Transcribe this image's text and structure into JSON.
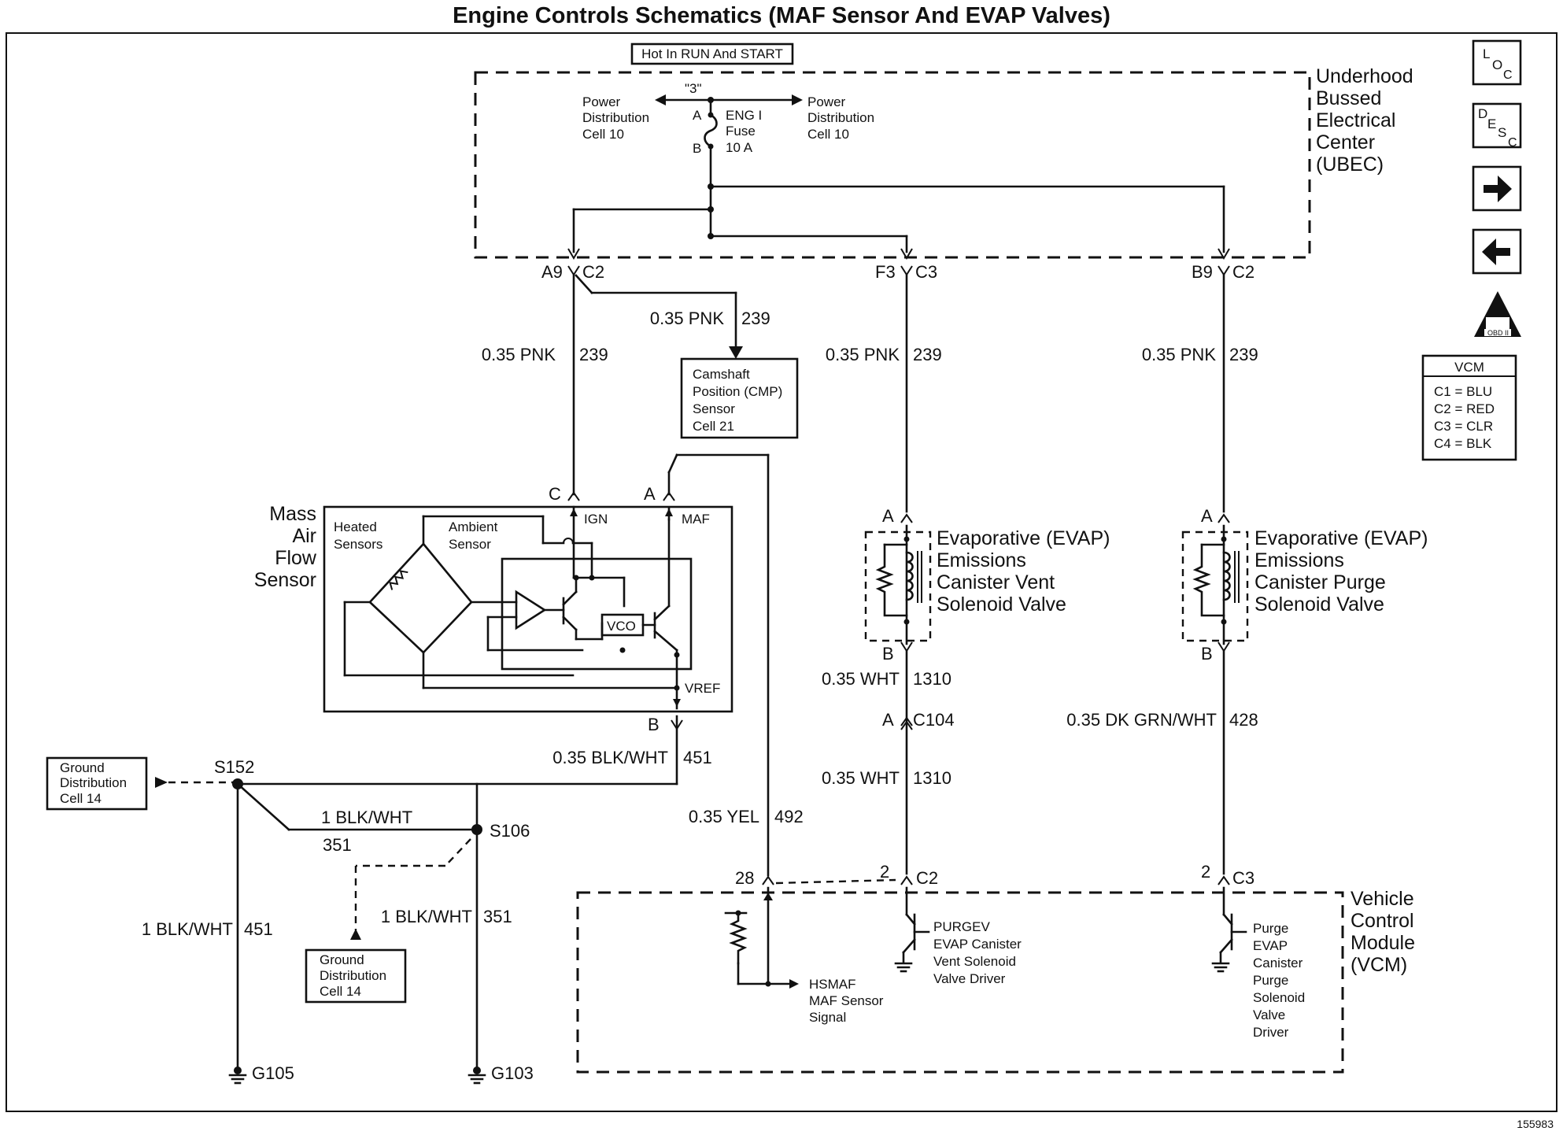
{
  "title": "Engine Controls Schematics (MAF Sensor And EVAP Valves)",
  "figure_number": "155983",
  "hot_in": "Hot In RUN And START",
  "nav_icons": {
    "loc": [
      "L",
      "O",
      "C"
    ],
    "desc": [
      "D",
      "E",
      "S",
      "C"
    ],
    "next": "arrow-right-icon",
    "prev": "arrow-left-icon",
    "obd": "OBD II"
  },
  "vcm_legend": {
    "title": "VCM",
    "rows": [
      "C1 = BLU",
      "C2 = RED",
      "C3 = CLR",
      "C4 = BLK"
    ]
  },
  "ubec": {
    "label": [
      "Underhood",
      "Bussed",
      "Electrical",
      "Center",
      "(UBEC)"
    ],
    "bus": "\"3\"",
    "pd_left": [
      "Power",
      "Distribution",
      "Cell 10"
    ],
    "pd_right": [
      "Power",
      "Distribution",
      "Cell 10"
    ],
    "fuse": [
      "ENG I",
      "Fuse",
      "10 A"
    ],
    "fuse_a": "A",
    "fuse_b": "B"
  },
  "connectors": {
    "a9_l": "A9",
    "a9_r": "C2",
    "f3_l": "F3",
    "f3_r": "C3",
    "b9_l": "B9",
    "b9_r": "C2",
    "c104_l": "A",
    "c104_r": "C104",
    "vcm28": "28",
    "vcm_c2_l": "2",
    "vcm_c2_r": "C2",
    "vcm_c3_l": "2",
    "vcm_c3_r": "C3"
  },
  "wires": {
    "cmp_l": "0.35 PNK",
    "cmp_r": "239",
    "w1_l": "0.35 PNK",
    "w1_r": "239",
    "w2_l": "0.35 PNK",
    "w2_r": "239",
    "w3_l": "0.35 PNK",
    "w3_r": "239",
    "vent_b_l": "0.35 WHT",
    "vent_b_r": "1310",
    "vent_c_l": "0.35 WHT",
    "vent_c_r": "1310",
    "purge_l": "0.35 DK GRN/WHT",
    "purge_r": "428",
    "maf_gnd_l": "0.35 BLK/WHT",
    "maf_gnd_r": "451",
    "yel_l": "0.35 YEL",
    "yel_r": "492",
    "s106_top": "1 BLK/WHT",
    "s106_bot": "351",
    "g105_l": "1 BLK/WHT",
    "g105_r": "451",
    "g103_l": "1 BLK/WHT",
    "g103_r": "351"
  },
  "cmp": [
    "Camshaft",
    "Position (CMP)",
    "Sensor",
    "Cell 21"
  ],
  "maf": {
    "label": [
      "Mass",
      "Air",
      "Flow",
      "Sensor"
    ],
    "heated": [
      "Heated",
      "Sensors"
    ],
    "ambient": [
      "Ambient",
      "Sensor"
    ],
    "ign": "IGN",
    "maf": "MAF",
    "vref": "VREF",
    "vco": "VCO",
    "pin_c": "C",
    "pin_a": "A",
    "pin_b": "B"
  },
  "vent_valve": {
    "label": [
      "Evaporative (EVAP)",
      "Emissions",
      "Canister Vent",
      "Solenoid Valve"
    ],
    "pin_a": "A",
    "pin_b": "B"
  },
  "purge_valve": {
    "label": [
      "Evaporative (EVAP)",
      "Emissions",
      "Canister Purge",
      "Solenoid Valve"
    ],
    "pin_a": "A",
    "pin_b": "B"
  },
  "ground": {
    "s152": "S152",
    "s106": "S106",
    "g105": "G105",
    "g103": "G103",
    "gd1": [
      "Ground",
      "Distribution",
      "Cell 14"
    ],
    "gd2": [
      "Ground",
      "Distribution",
      "Cell 14"
    ]
  },
  "vcm": {
    "label": [
      "Vehicle",
      "Control",
      "Module",
      "(VCM)"
    ],
    "hsmaf": [
      "HSMAF",
      "MAF Sensor",
      "Signal"
    ],
    "purgev": [
      "PURGEV",
      "EVAP Canister",
      "Vent Solenoid",
      "Valve Driver"
    ],
    "purge_drv": [
      "Purge",
      "EVAP",
      "Canister",
      "Purge",
      "Solenoid",
      "Valve",
      "Driver"
    ]
  }
}
